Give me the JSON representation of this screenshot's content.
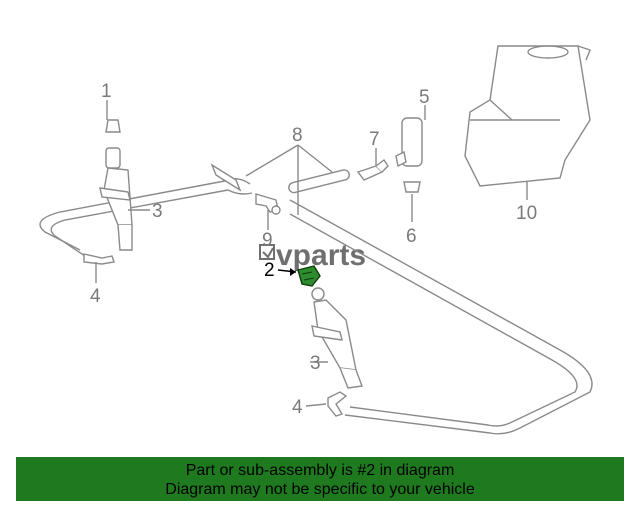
{
  "diagram": {
    "callouts": [
      {
        "id": "1",
        "label": "1"
      },
      {
        "id": "2",
        "label": "2"
      },
      {
        "id": "3a",
        "label": "3"
      },
      {
        "id": "3b",
        "label": "3"
      },
      {
        "id": "4a",
        "label": "4"
      },
      {
        "id": "4b",
        "label": "4"
      },
      {
        "id": "5",
        "label": "5"
      },
      {
        "id": "6",
        "label": "6"
      },
      {
        "id": "7",
        "label": "7"
      },
      {
        "id": "8",
        "label": "8"
      },
      {
        "id": "9",
        "label": "9"
      },
      {
        "id": "10",
        "label": "10"
      }
    ],
    "highlighted_part": "2",
    "watermark": "evparts",
    "colors": {
      "line": "#8a8a8a",
      "highlight": "#2e8b2e",
      "banner": "#1f7a1f"
    }
  },
  "banner": {
    "line1": "Part or sub-assembly is #2 in diagram",
    "line2": "Diagram may not be specific to your vehicle"
  }
}
